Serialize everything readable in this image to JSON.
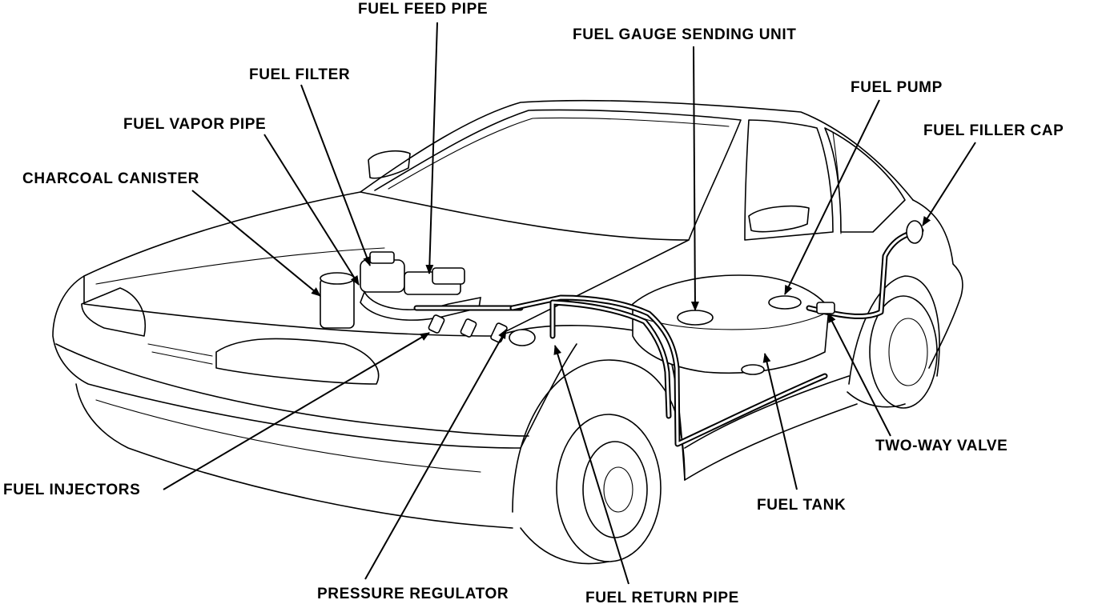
{
  "diagram": {
    "labels": {
      "fuel_feed_pipe": "FUEL FEED PIPE",
      "fuel_gauge_sending_unit": "FUEL GAUGE SENDING UNIT",
      "fuel_filter": "FUEL FILTER",
      "fuel_pump": "FUEL PUMP",
      "fuel_vapor_pipe": "FUEL VAPOR PIPE",
      "fuel_filler_cap": "FUEL FILLER CAP",
      "charcoal_canister": "CHARCOAL CANISTER",
      "two_way_valve": "TWO-WAY VALVE",
      "fuel_injectors": "FUEL INJECTORS",
      "fuel_tank": "FUEL TANK",
      "pressure_regulator": "PRESSURE REGULATOR",
      "fuel_return_pipe": "FUEL RETURN PIPE"
    }
  }
}
